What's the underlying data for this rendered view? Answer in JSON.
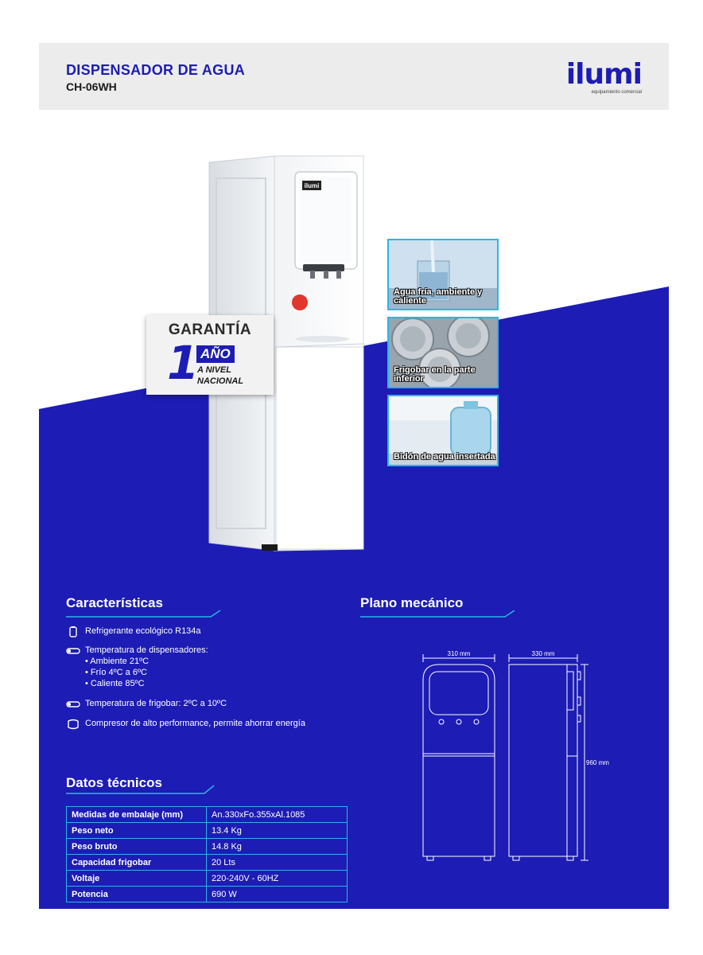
{
  "header": {
    "title": "DISPENSADOR DE AGUA",
    "model": "CH-06WH",
    "brand": "ilumi",
    "brand_tagline": "equipamiento comercial"
  },
  "product": {
    "panel_brand": "ilumi"
  },
  "warranty": {
    "title": "GARANTÍA",
    "number": "1",
    "unit": "AÑO",
    "line1": "A NIVEL",
    "line2": "NACIONAL"
  },
  "features": [
    {
      "label": "Agua fría, ambiente y caliente",
      "icon": "glass-water-photo"
    },
    {
      "label": "Frigobar en la parte inferior",
      "icon": "cans-photo"
    },
    {
      "label": "Bidón de agua insertada",
      "icon": "water-jug-photo"
    }
  ],
  "caracteristicas": {
    "heading": "Características",
    "items": [
      {
        "icon": "refrigerant-icon",
        "text": "Refrigerante ecológico R134a"
      },
      {
        "icon": "thermometer-icon",
        "text": "Temperatura de dispensadores:"
      },
      {
        "icon": "thermometer-icon",
        "text": "Temperatura de frigobar: 2ºC a 10ºC"
      },
      {
        "icon": "compressor-icon",
        "text": "Compresor de alto performance, permite ahorrar energía"
      }
    ],
    "sub_items": [
      "• Ambiente 21ºC",
      "• Frío 4ºC a 6ºC",
      "• Caliente 85ºC"
    ]
  },
  "datos": {
    "heading": "Datos técnicos",
    "rows": [
      {
        "key": "Medidas de embalaje (mm)",
        "value": "An.330xFo.355xAl.1085"
      },
      {
        "key": "Peso neto",
        "value": "13.4 Kg"
      },
      {
        "key": "Peso bruto",
        "value": "14.8 Kg"
      },
      {
        "key": "Capacidad frigobar",
        "value": "20 Lts"
      },
      {
        "key": "Voltaje",
        "value": "220-240V - 60HZ"
      },
      {
        "key": "Potencia",
        "value": "690 W"
      }
    ]
  },
  "plano": {
    "heading": "Plano mecánico",
    "width_label": "310 mm",
    "depth_label": "330 mm",
    "height_label": "960 mm"
  },
  "colors": {
    "brand_blue": "#1d1cb4",
    "accent_cyan": "#29b6e8",
    "header_gray": "#ececec"
  }
}
